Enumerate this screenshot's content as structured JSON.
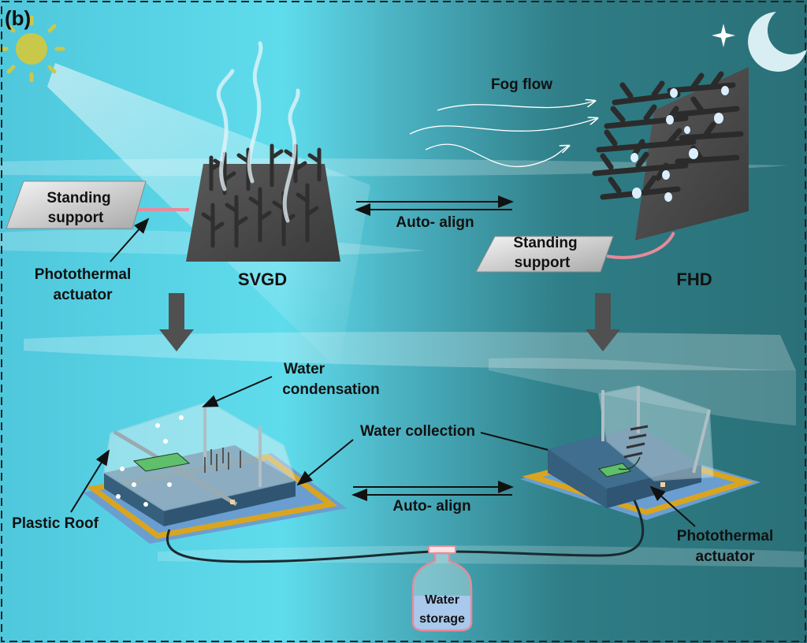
{
  "panel_label": "(b)",
  "labels": {
    "fog_flow": "Fog flow",
    "standing_support_left": [
      "Standing",
      "support"
    ],
    "standing_support_right": [
      "Standing",
      "support"
    ],
    "photothermal_actuator_top": [
      "Photothermal",
      "actuator"
    ],
    "svgd": "SVGD",
    "fhd": "FHD",
    "auto_align_top": "Auto- align",
    "water_condensation": [
      "Water",
      "condensation"
    ],
    "water_collection": "Water collection",
    "auto_align_bottom": "Auto- align",
    "plastic_roof": "Plastic Roof",
    "photothermal_actuator_bottom": [
      "Photothermal",
      "actuator"
    ],
    "water_storage": [
      "Water",
      "storage"
    ]
  },
  "colors": {
    "day_sky": "#5fd8ea",
    "night_sky": "#2f7f86",
    "sun": "#c8c84a",
    "moon": "#d8eef2",
    "panel_dark": "#4a4a4a",
    "actuator": "#e88a9a",
    "base_blue": "#6a9ed0",
    "frame_yellow": "#d9a520",
    "tray": "#3f6e8e",
    "arrow_down": "#505050"
  },
  "icons": [
    "sun-icon",
    "moon-icon",
    "star-icon"
  ]
}
